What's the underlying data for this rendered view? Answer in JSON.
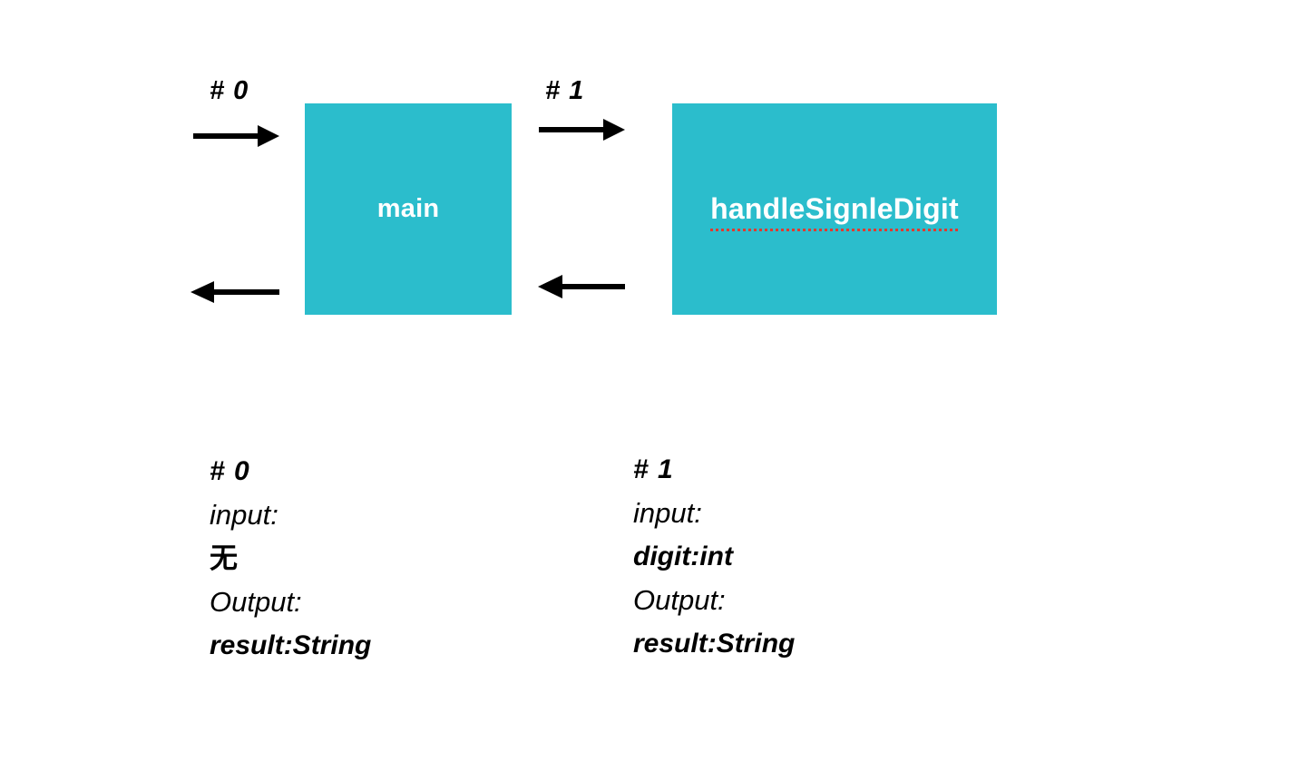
{
  "theme": {
    "background": "#ffffff",
    "node_fill": "#2BBDCC",
    "node_text": "#ffffff",
    "arrow_color": "#000000",
    "spellcheck_color": "#e03a2f"
  },
  "diagram": {
    "nodes": [
      {
        "id": "main",
        "label": "main"
      },
      {
        "id": "handleSignleDigit",
        "label": "handleSignleDigit",
        "spellcheck_underline": true
      }
    ],
    "edge_labels": [
      {
        "id": "0",
        "label": "# 0"
      },
      {
        "id": "1",
        "label": "# 1"
      }
    ],
    "arrows": [
      {
        "name": "arrow-into-main",
        "direction": "right"
      },
      {
        "name": "arrow-out-of-main",
        "direction": "left"
      },
      {
        "name": "arrow-main-to-handleSignleDigit",
        "direction": "right"
      },
      {
        "name": "arrow-handleSignleDigit-to-main",
        "direction": "left"
      }
    ]
  },
  "specs": [
    {
      "id": "# 0",
      "input_label": "input:",
      "input_value": "无",
      "output_label": "Output:",
      "output_value": "result:String"
    },
    {
      "id": "# 1",
      "input_label": "input:",
      "input_value": "digit:int",
      "output_label": "Output:",
      "output_value": "result:String"
    }
  ]
}
